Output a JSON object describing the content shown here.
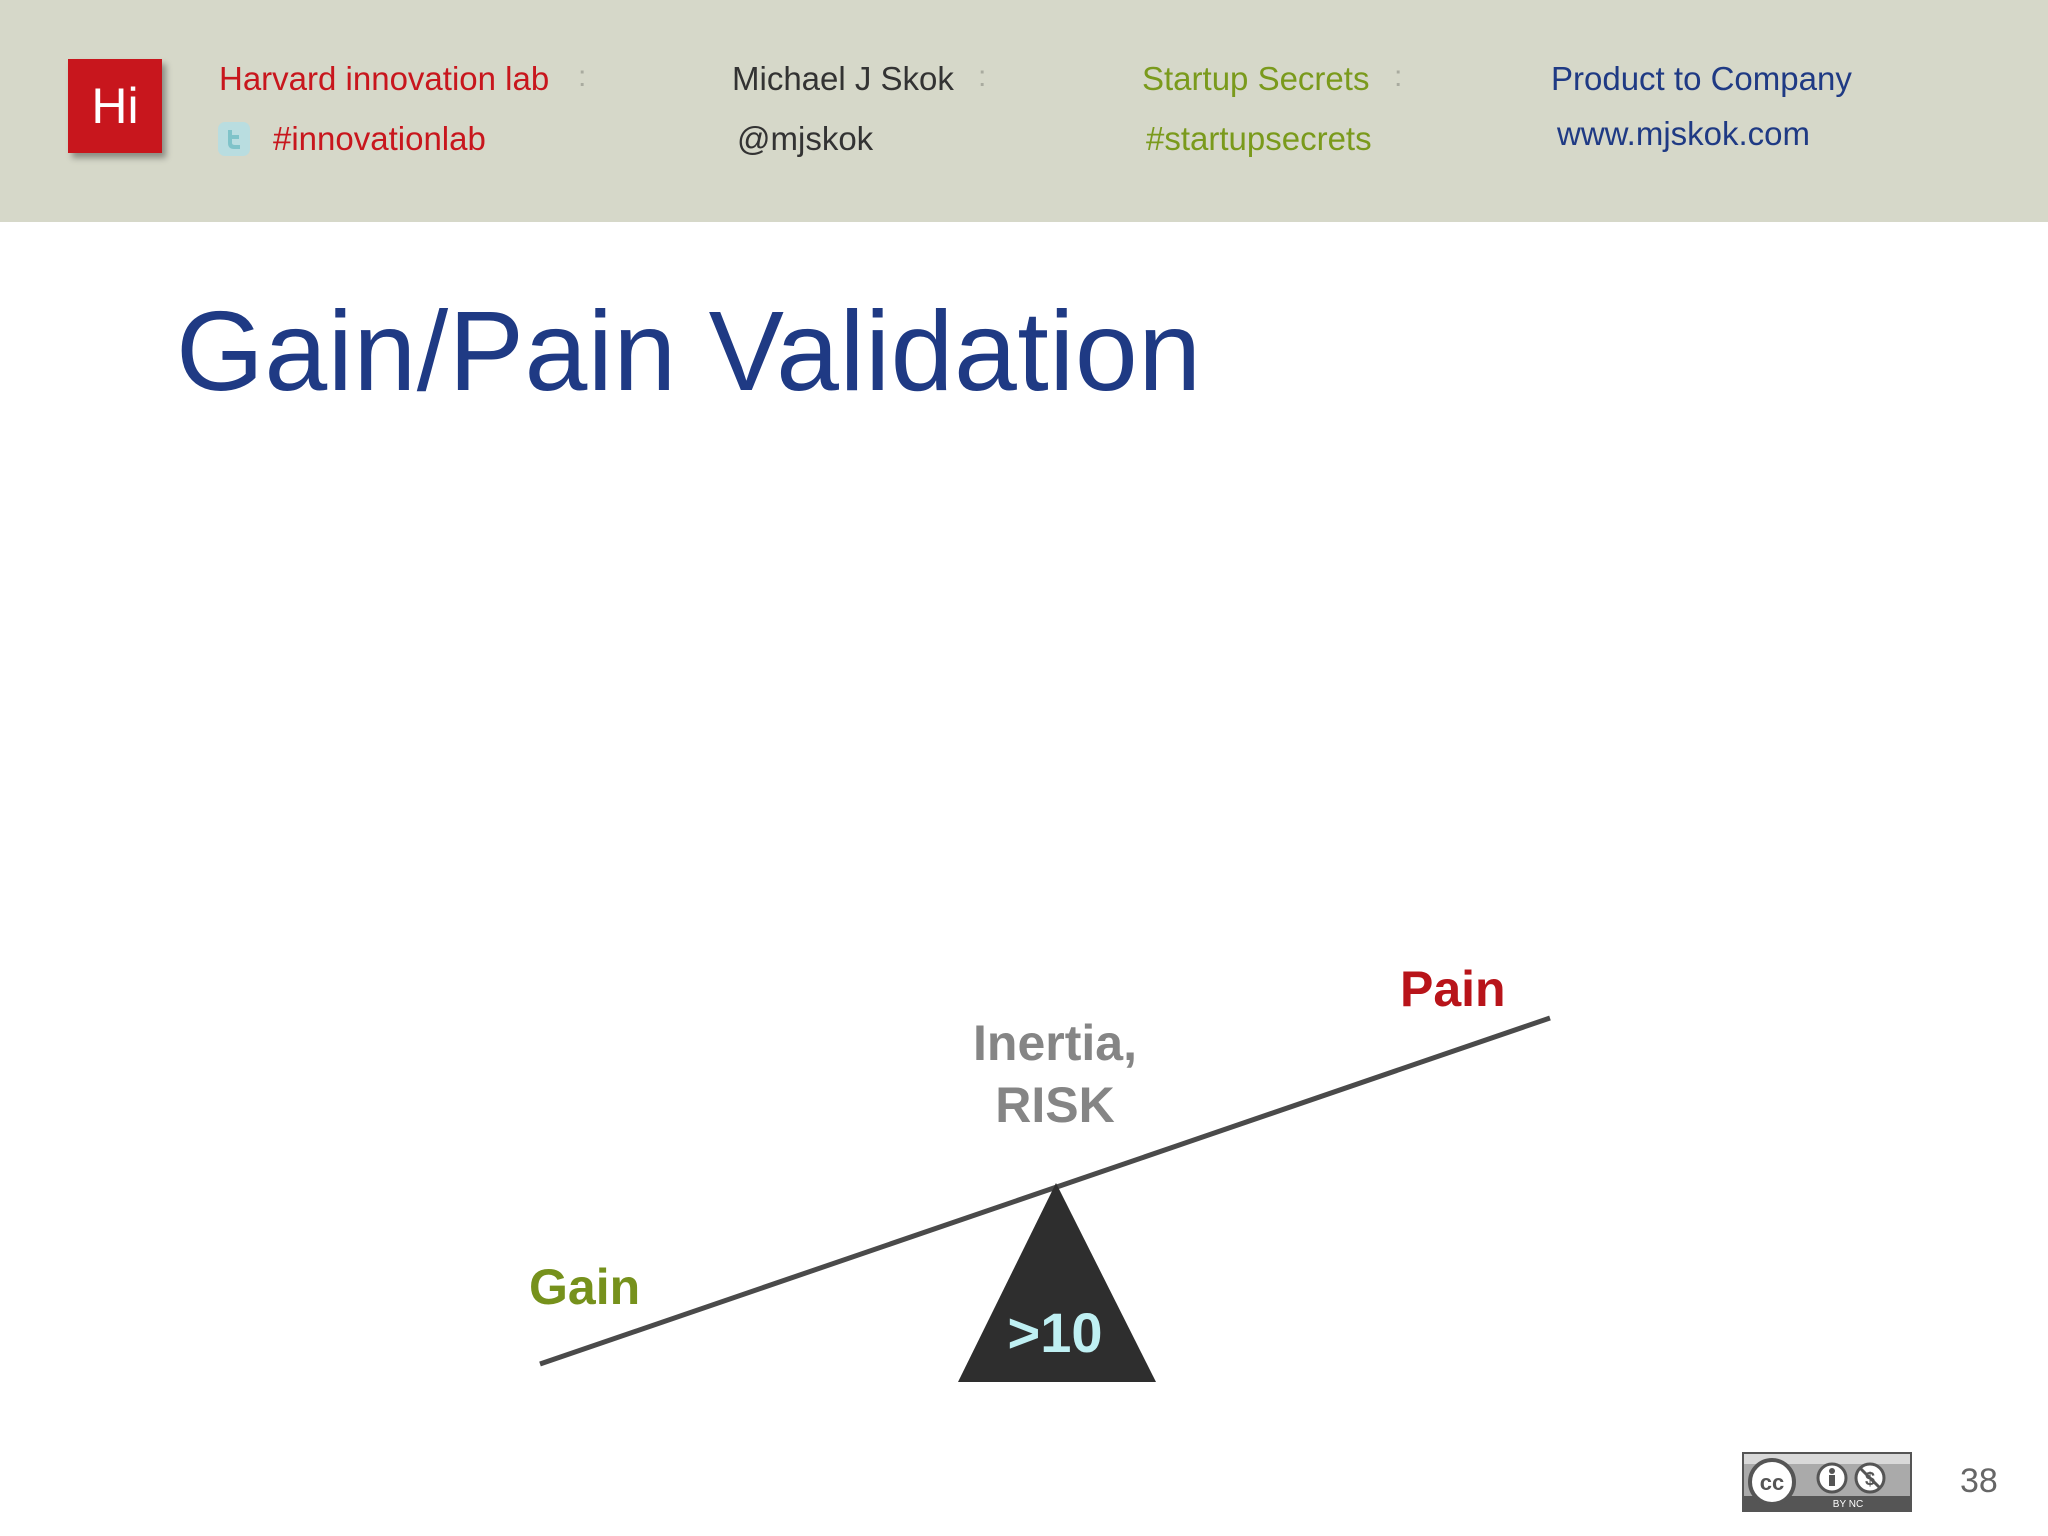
{
  "header": {
    "logo_text": "Hi",
    "lab_name": "Harvard innovation lab",
    "lab_hashtag": "#innovationlab",
    "author_name": "Michael J Skok",
    "author_handle": "@mjskok",
    "series_name": "Startup Secrets",
    "series_hashtag": "#startupsecrets",
    "course_name": "Product to Company",
    "website": "www.mjskok.com",
    "separator": ":",
    "colors": {
      "background": "#d6d8c9",
      "lab": "#c8161d",
      "author": "#333333",
      "series": "#7a9a1c",
      "course": "#1f3a84"
    }
  },
  "slide": {
    "title": "Gain/Pain Validation",
    "diagram": {
      "pain_label": "Pain",
      "gain_label": "Gain",
      "inertia_label": "Inertia, RISK",
      "ratio_label": ">10",
      "colors": {
        "pain": "#b8141a",
        "gain": "#76911c",
        "inertia": "#858585",
        "fulcrum": "#2e2e2e",
        "ratio": "#bff0f3",
        "beam": "#4a4a4a"
      }
    }
  },
  "footer": {
    "license_icon": "creative-commons-by-nc-icon",
    "license_text": "BY NC",
    "page_number": "38"
  }
}
